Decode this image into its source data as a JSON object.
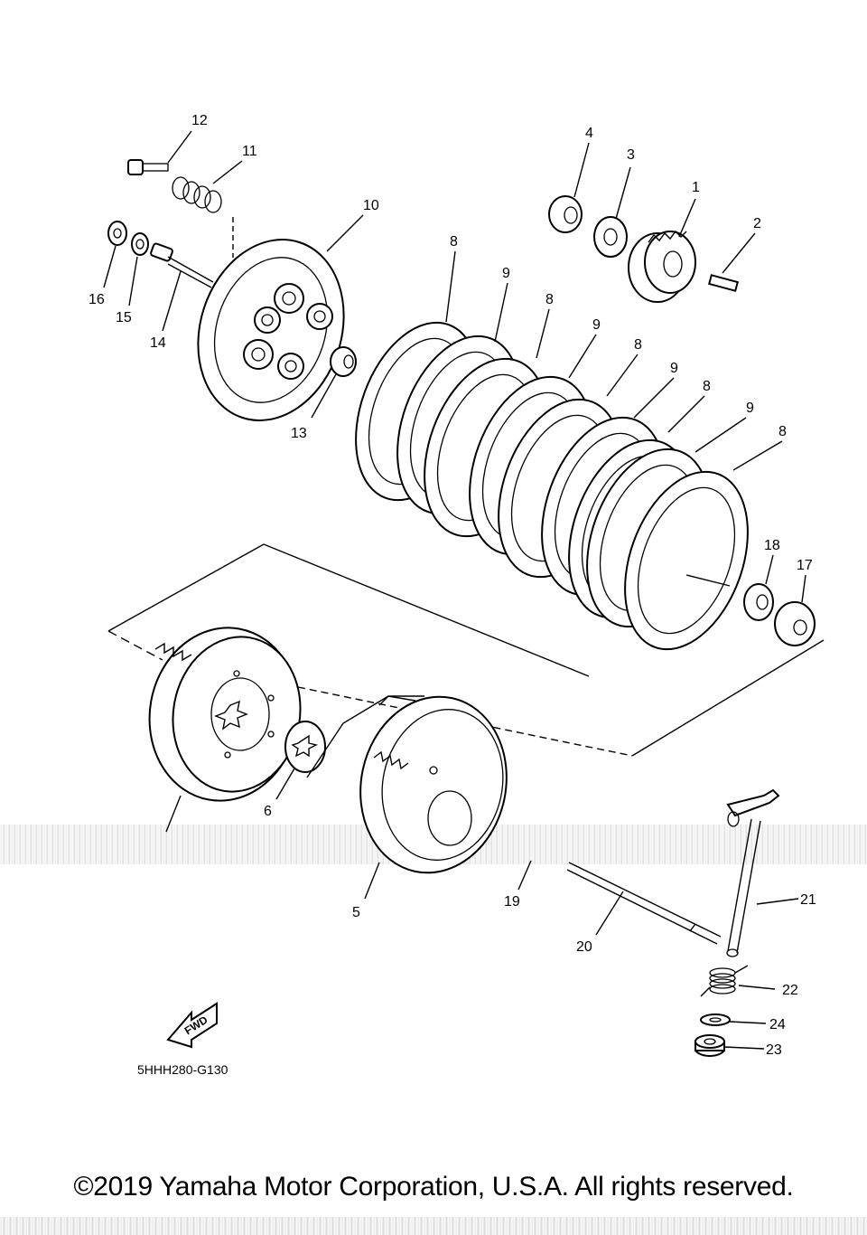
{
  "callouts": {
    "c1": "1",
    "c2": "2",
    "c3": "3",
    "c4": "4",
    "c5": "5",
    "c6": "6",
    "c8a": "8",
    "c8b": "8",
    "c8c": "8",
    "c8d": "8",
    "c8e": "8",
    "c9a": "9",
    "c9b": "9",
    "c9c": "9",
    "c9d": "9",
    "c10": "10",
    "c11": "11",
    "c12": "12",
    "c13": "13",
    "c14": "14",
    "c15": "15",
    "c16": "16",
    "c17": "17",
    "c18": "18",
    "c19": "19",
    "c20": "20",
    "c21": "21",
    "c22": "22",
    "c23": "23",
    "c24": "24"
  },
  "fwd_label": "FWD",
  "diagram_code": "5HHH280-G130",
  "copyright": "©2019 Yamaha Motor Corporation, U.S.A. All rights reserved."
}
